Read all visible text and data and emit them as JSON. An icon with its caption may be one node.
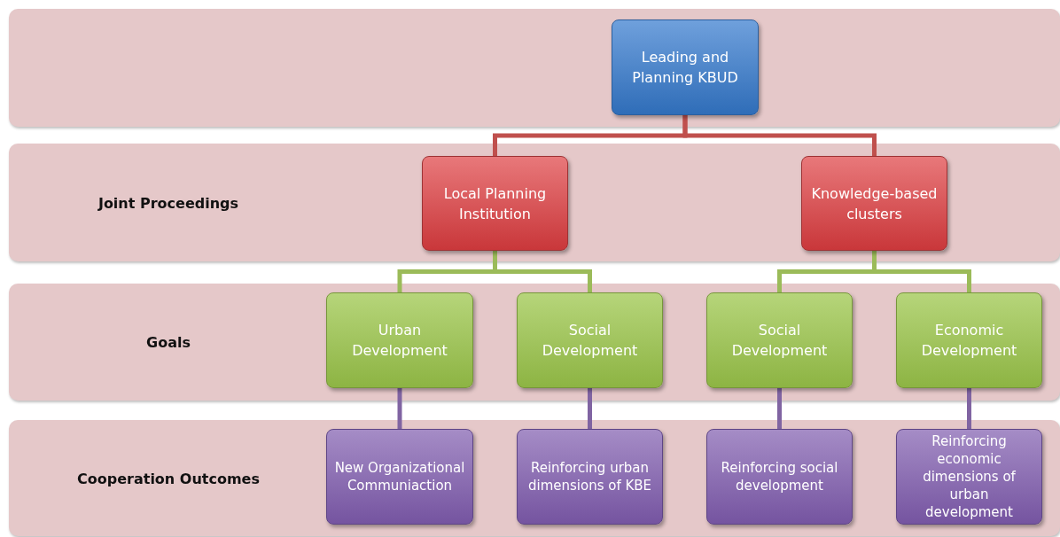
{
  "diagram": {
    "nodes": [
      {
        "text": [],
        "shape": "band"
      },
      {
        "text": [
          "Leading and Planning KBUD"
        ],
        "in": 0
      },
      {
        "text": [
          "Joint Proceedings"
        ]
      },
      {
        "text": [
          "Local Planning Institution"
        ],
        "in": 2
      },
      {
        "text": [
          "Knowledge-based clusters"
        ],
        "in": 2
      },
      {
        "text": [
          "Goals"
        ]
      },
      {
        "text": [
          "Urban Development"
        ],
        "in": 5
      },
      {
        "text": [
          "Social Development"
        ],
        "in": 5
      },
      {
        "text": [
          "Social Development"
        ],
        "in": 5
      },
      {
        "text": [
          "Economic Development"
        ],
        "in": 5
      },
      {
        "text": [
          "Cooperation Outcomes"
        ]
      },
      {
        "text": [
          "New Organizational Communiaction"
        ],
        "in": 10
      },
      {
        "text": [
          "Reinforcing urban dimensions of KBE"
        ],
        "in": 10
      },
      {
        "text": [
          "Reinforcing social development"
        ],
        "in": 10
      },
      {
        "text": [
          "Reinforcing economic dimensions of urban development"
        ],
        "in": 10
      }
    ],
    "edges": [
      {
        "from": 1,
        "to": 3,
        "arrow": "none",
        "color": "#c0504d"
      },
      {
        "from": 1,
        "to": 4,
        "arrow": "none",
        "color": "#c0504d"
      },
      {
        "from": 3,
        "to": 6,
        "arrow": "none",
        "color": "#9bbb59"
      },
      {
        "from": 3,
        "to": 7,
        "arrow": "none",
        "color": "#9bbb59"
      },
      {
        "from": 4,
        "to": 8,
        "arrow": "none",
        "color": "#9bbb59"
      },
      {
        "from": 4,
        "to": 9,
        "arrow": "none",
        "color": "#9bbb59"
      },
      {
        "from": 6,
        "to": 11,
        "arrow": "none",
        "color": "#8064a2"
      },
      {
        "from": 7,
        "to": 12,
        "arrow": "none",
        "color": "#8064a2"
      },
      {
        "from": 8,
        "to": 13,
        "arrow": "none",
        "color": "#8064a2"
      },
      {
        "from": 9,
        "to": 14,
        "arrow": "none",
        "color": "#8064a2"
      }
    ]
  }
}
